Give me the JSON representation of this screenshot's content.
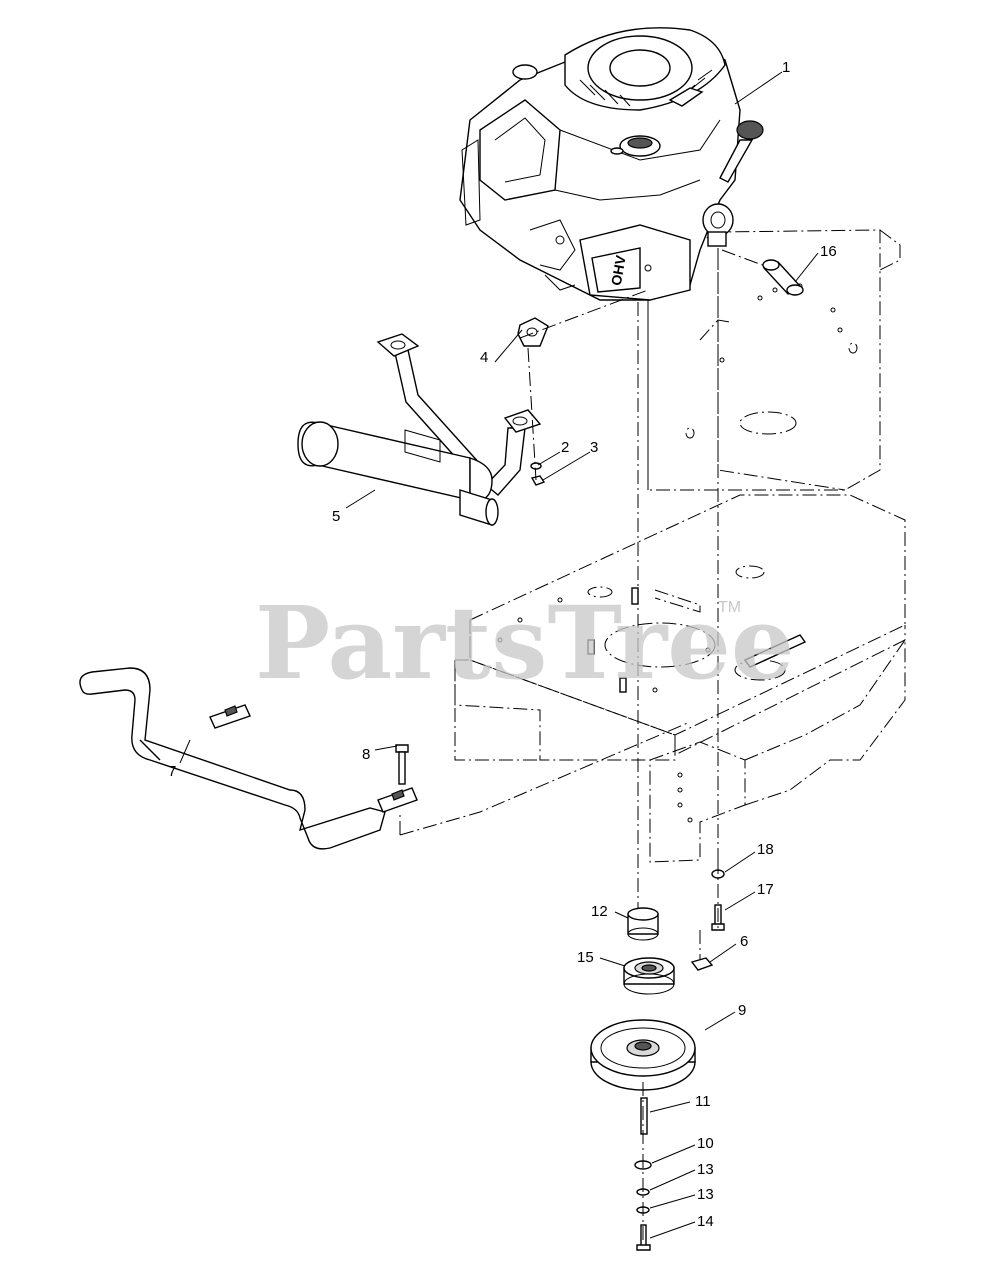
{
  "watermark": {
    "text": "PartsTree",
    "trademark": "TM"
  },
  "engine_stamp": "OHV",
  "callouts": [
    {
      "id": "1",
      "label": "1"
    },
    {
      "id": "2",
      "label": "2"
    },
    {
      "id": "3",
      "label": "3"
    },
    {
      "id": "4",
      "label": "4"
    },
    {
      "id": "5",
      "label": "5"
    },
    {
      "id": "6",
      "label": "6"
    },
    {
      "id": "7",
      "label": "7"
    },
    {
      "id": "8",
      "label": "8"
    },
    {
      "id": "9",
      "label": "9"
    },
    {
      "id": "10",
      "label": "10"
    },
    {
      "id": "11",
      "label": "11"
    },
    {
      "id": "12",
      "label": "12"
    },
    {
      "id": "13a",
      "label": "13"
    },
    {
      "id": "13b",
      "label": "13"
    },
    {
      "id": "14",
      "label": "14"
    },
    {
      "id": "15",
      "label": "15"
    },
    {
      "id": "16",
      "label": "16"
    },
    {
      "id": "17",
      "label": "17"
    },
    {
      "id": "18",
      "label": "18"
    }
  ]
}
